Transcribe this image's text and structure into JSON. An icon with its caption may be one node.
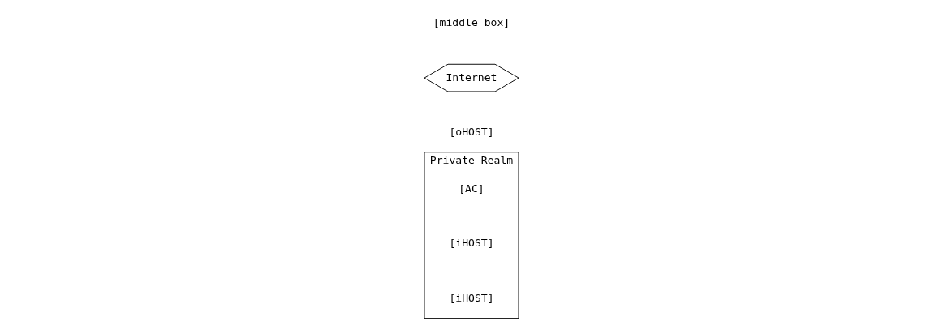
{
  "diagram": {
    "nodes": [
      {
        "text": [
          "Private Realm"
        ]
      },
      {
        "text": [
          "[AC]"
        ],
        "in": 0
      },
      {
        "text": [
          "[oHOST]"
        ]
      },
      {
        "text": [
          "Internet"
        ]
      },
      {
        "text": [
          "[iHOST]"
        ],
        "in": 0
      },
      {
        "text": [
          "[middle box]"
        ]
      },
      {
        "text": [
          "[iHOST]"
        ],
        "in": 0
      }
    ],
    "edges": []
  }
}
